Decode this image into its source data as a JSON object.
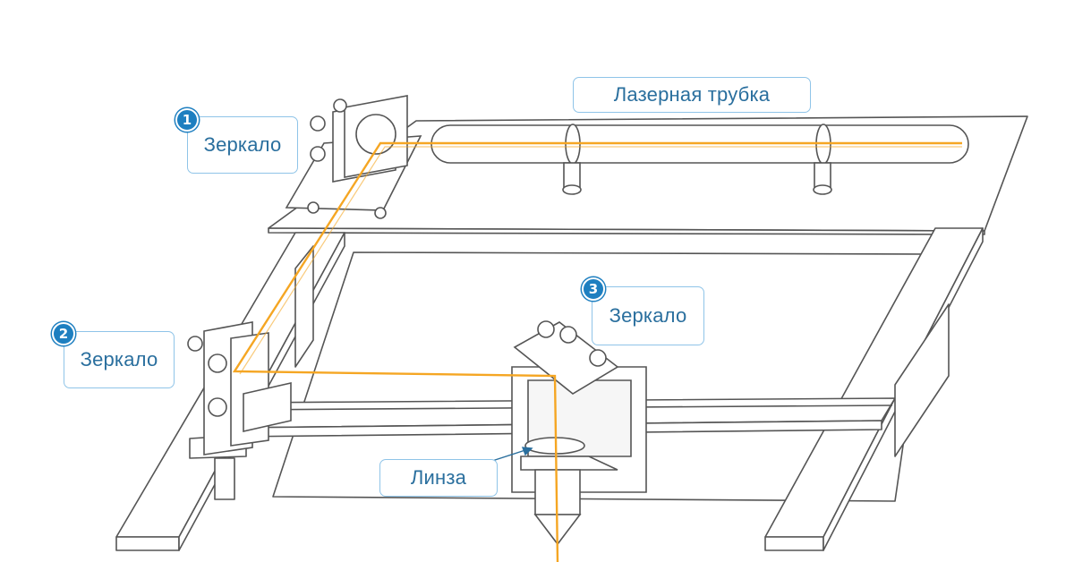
{
  "labels": {
    "tube": "Лазерная трубка",
    "mirror1": "Зеркало",
    "mirror2": "Зеркало",
    "mirror3": "Зеркало",
    "lens": "Линза"
  },
  "badges": {
    "mirror1": "1",
    "mirror2": "2",
    "mirror3": "3"
  },
  "colors": {
    "beam": "#f5a623",
    "line": "#555555",
    "callout_border": "#8fc4e8",
    "callout_text": "#2a6f9e",
    "badge": "#1e7fc0"
  }
}
